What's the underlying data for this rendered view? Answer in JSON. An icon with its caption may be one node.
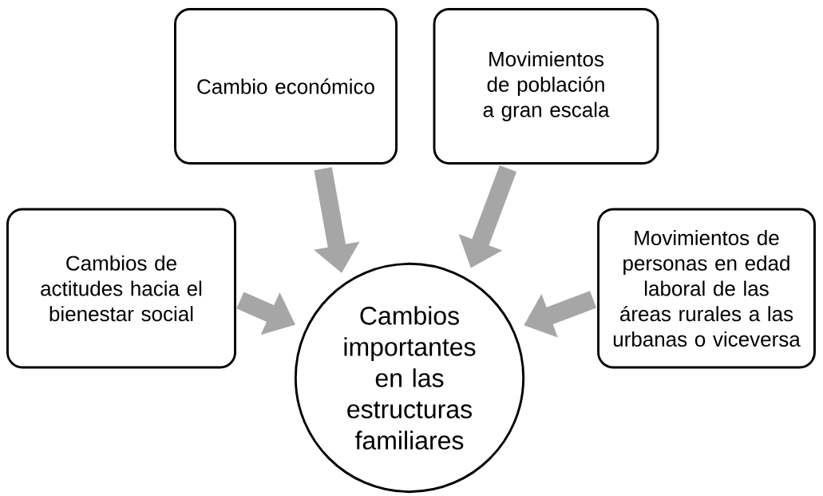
{
  "diagram": {
    "nodes": [
      {
        "text": [
          "Cambio económico"
        ]
      },
      {
        "text": [
          "Movimientos de población a gran escala"
        ]
      },
      {
        "text": [
          "Cambios de actitudes hacia el bienestar social"
        ]
      },
      {
        "text": [
          "Cambios importantes en las estructuras familiares"
        ]
      },
      {
        "text": [
          "Movimientos de personas en edad laboral de las áreas rurales a las urbanas o viceversa"
        ]
      }
    ],
    "edges": [
      {
        "from": 0,
        "to": 3,
        "arrow": "to"
      },
      {
        "from": 1,
        "to": 3,
        "arrow": "to"
      },
      {
        "from": 2,
        "to": 3,
        "arrow": "to"
      },
      {
        "from": 4,
        "to": 3,
        "arrow": "to"
      }
    ]
  }
}
